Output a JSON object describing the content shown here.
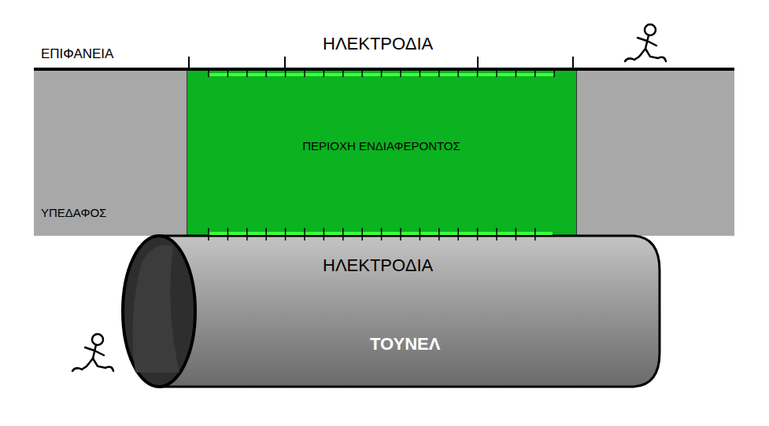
{
  "diagram": {
    "nodes": [
      {
        "text": [
          "ΥΠΕΔΑΦΟΣ"
        ]
      },
      {
        "text": [
          "ΠΕΡΙΟΧΗ ΕΝΔΙΑΦΕΡΟΝΤΟΣ"
        ],
        "in": 0
      },
      {
        "text": [
          "ΤΟΥΝΕΛ"
        ]
      }
    ],
    "labels": [
      "ΕΠΙΦΑΝΕΙΑ",
      "ΗΛΕΚΤΡΟΔΙΑ",
      "ΗΛΕΚΤΡΟΔΙΑ"
    ]
  }
}
